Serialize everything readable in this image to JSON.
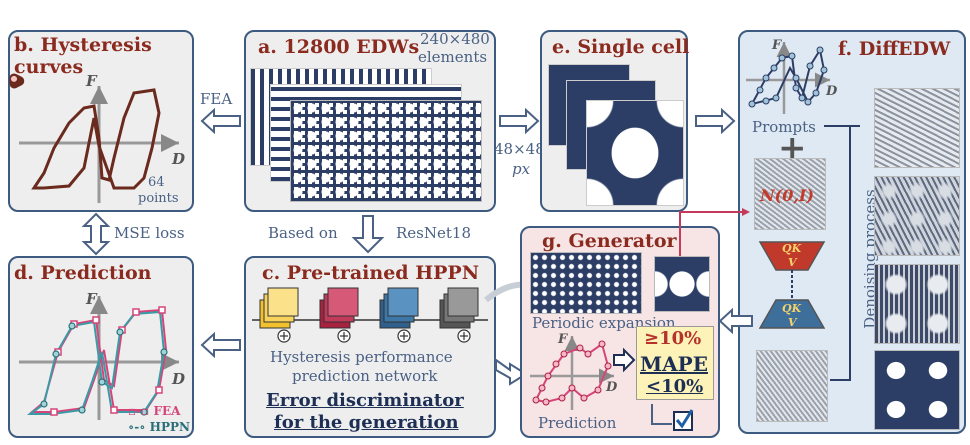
{
  "panels": {
    "a": {
      "title": "a. 12800 EDWs",
      "size_line1": "240×480",
      "size_line2": "elements"
    },
    "b": {
      "title_line1": "b. Hysteresis",
      "title_line2": "curves",
      "points_line1": "64",
      "points_line2": "points"
    },
    "c": {
      "title": "c. Pre-trained HPPN",
      "desc_line1": "Hysteresis performance",
      "desc_line2": "prediction network",
      "disc_line1": "Error discriminator",
      "disc_line2": "for the generation"
    },
    "d": {
      "title": "d. Prediction",
      "legend_fea": "FEA",
      "legend_hppn": "HPPN"
    },
    "e": {
      "title": "e. Single cell",
      "size_line1": "48×48",
      "size_line2": "px"
    },
    "f": {
      "title": "f. DiffEDW",
      "prompts": "Prompts",
      "noise": "N(0,I)",
      "process": "Denoising process",
      "qkv_top": "QK",
      "v_top": "V",
      "qkv_bot": "QK",
      "v_bot": "V"
    },
    "g": {
      "title": "g. Generator",
      "periodic": "Periodic expansion",
      "prediction": "Prediction",
      "ge10": "≥10%",
      "mape": "MAPE",
      "lt10": "<10%"
    }
  },
  "connectors": {
    "fea": "FEA",
    "based_on": "Based on",
    "resnet": "ResNet18",
    "mse": "MSE loss"
  },
  "axes": {
    "f": "F",
    "d": "D",
    "plus": "+"
  },
  "colors": {
    "panel_border": "#3d5a80",
    "title": "#8b2a1e",
    "fea": "#d6457a",
    "hppn": "#3a9ba6",
    "curve": "#6b2a1e",
    "pattern": "#2d3e66"
  }
}
